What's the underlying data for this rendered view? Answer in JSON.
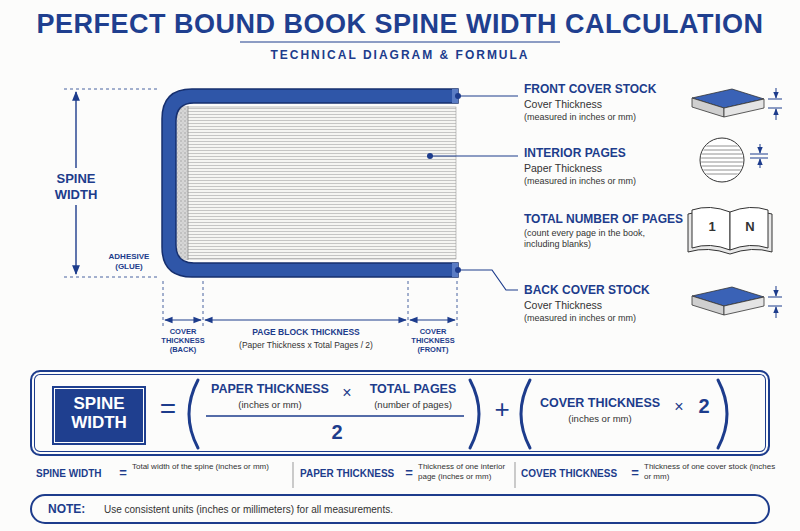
{
  "diagram": {
    "title": "PERFECT BOUND BOOK SPINE WIDTH CALCULATION",
    "nodes": [
      {
        "text": [
          "=",
          "PAPER THICKNESS",
          "(inches or mm)",
          "×",
          "TOTAL PAGES",
          "(number of pages)",
          "2",
          "+",
          "COVER THICKNESS",
          "(inches or mm)",
          "×",
          "2"
        ]
      },
      {
        "text": [
          "SPINE WIDTH"
        ],
        "in": 0
      },
      {
        "text": [
          "NOTE:",
          "Use consistent units (inches or millimeters) for all measurements."
        ]
      }
    ],
    "labels": [
      "TECHNICAL DIAGRAM & FORMULA",
      "SPINE WIDTH",
      "ADHESIVE (GLUE)",
      "COVER THICKNESS (BACK)",
      "PAGE BLOCK THICKNESS",
      "(Paper Thickness x Total Pages / 2)",
      "COVER THICKNESS (FRONT)",
      "FRONT COVER STOCK",
      "Cover Thickness",
      "(measured in inches or mm)",
      "INTERIOR PAGES",
      "Paper Thickness",
      "(measured in inches or mm)",
      "TOTAL NUMBER OF PAGES",
      "(count every page in the book, including blanks)",
      "1",
      "N",
      "BACK COVER STOCK",
      "Cover Thickness",
      "(measured in inches or mm)",
      "SPINE WIDTH",
      "=",
      "Total width of the spine (inches or mm)",
      "PAPER THICKNESS",
      "=",
      "Thickness of one interior page (inches or mm)",
      "COVER THICKNESS",
      "=",
      "Thickness of one cover stock (inches or mm)"
    ]
  }
}
